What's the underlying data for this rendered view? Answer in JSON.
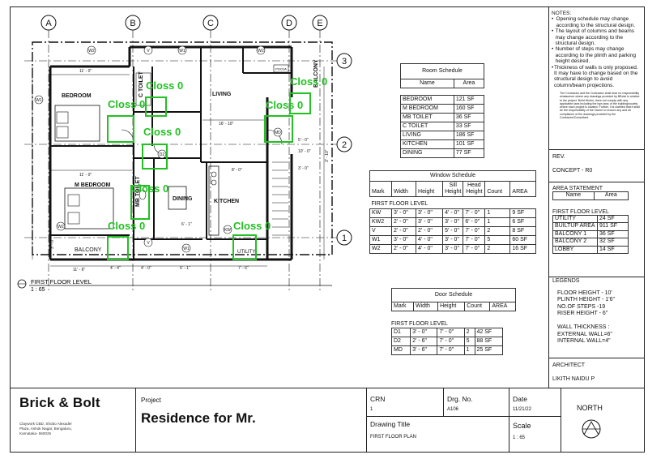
{
  "plan": {
    "grid_cols": [
      "A",
      "B",
      "C",
      "D",
      "E"
    ],
    "grid_rows": [
      "3",
      "2",
      "1"
    ],
    "rooms": [
      "BEDROOM",
      "LIVING",
      "M BEDROOM",
      "DINING",
      "KITCHEN",
      "BALCONY",
      "C TOILET",
      "MB TOILET",
      "UTILITY",
      "BALCONY"
    ],
    "dims": [
      "11' - 0\"",
      "16' - 10\"",
      "11' - 0\"",
      "8' - 0\"",
      "6' - 1\"",
      "4' - 0\"",
      "3' - 0\"",
      "11' - 6\"",
      "4' - 4\"",
      "6' - 1\"",
      "7' - 6\"",
      "10' - 0\"",
      "3' - 0\"",
      "3' - 0\"",
      "5' - 0\"",
      "11' - 8\"",
      "4' - 0\"",
      "3' - 10\""
    ],
    "window_tags": [
      "V",
      "W2",
      "W1",
      "W2",
      "KW",
      "W1",
      "W2",
      "W2",
      "V",
      "KW2",
      "V",
      "W1",
      "D3",
      "D1",
      "D2",
      "D2",
      "MD",
      "W1",
      "W2",
      "W1"
    ],
    "closs_labels": [
      "Closs 0",
      "Closs 0",
      "Closs 0",
      "Closs 0",
      "Closs 0",
      "Closs 0",
      "Closs 0",
      "Closs 0"
    ],
    "puja_label": "POOJA",
    "view_title": "FIRST FLOOR LEVEL",
    "view_scale": "1 : 65"
  },
  "room_schedule": {
    "title": "Room Schedule",
    "headers": [
      "Name",
      "Area"
    ],
    "rows": [
      [
        "BEDROOM",
        "121 SF"
      ],
      [
        "M BEDROOM",
        "160 SF"
      ],
      [
        "MB TOILET",
        "36 SF"
      ],
      [
        "C TOILET",
        "33 SF"
      ],
      [
        "LIVING",
        "186 SF"
      ],
      [
        "KITCHEN",
        "101 SF"
      ],
      [
        "DINING",
        "77 SF"
      ]
    ]
  },
  "window_schedule": {
    "title": "Window Schedule",
    "headers": [
      "Mark",
      "Width",
      "Height",
      "Sill Height",
      "Head Height",
      "Count",
      "AREA"
    ],
    "group": "FIRST FLOOR LEVEL",
    "rows": [
      [
        "KW",
        "3' - 0\"",
        "3' - 0\"",
        "4' - 0\"",
        "7' - 0\"",
        "1",
        "9 SF"
      ],
      [
        "KW2",
        "2' - 0\"",
        "3' - 0\"",
        "3' - 0\"",
        "6' - 0\"",
        "1",
        "6 SF"
      ],
      [
        "V",
        "2' - 0\"",
        "2' - 0\"",
        "5' - 0\"",
        "7' - 0\"",
        "2",
        "8 SF"
      ],
      [
        "W1",
        "3' - 0\"",
        "4' - 0\"",
        "3' - 0\"",
        "7' - 0\"",
        "5",
        "60 SF"
      ],
      [
        "W2",
        "2' - 0\"",
        "4' - 0\"",
        "3' - 0\"",
        "7' - 0\"",
        "2",
        "16 SF"
      ]
    ]
  },
  "door_schedule": {
    "title": "Door Schedule",
    "headers": [
      "Mark",
      "Width",
      "Height",
      "Count",
      "AREA"
    ],
    "group": "FIRST FLOOR LEVEL",
    "rows": [
      [
        "D1",
        "3' - 0\"",
        "7' - 0\"",
        "2",
        "42 SF"
      ],
      [
        "D2",
        "2' - 6\"",
        "7' - 0\"",
        "5",
        "88 SF"
      ],
      [
        "MD",
        "3' - 6\"",
        "7' - 0\"",
        "1",
        "25 SF"
      ]
    ]
  },
  "notes": {
    "title": "NOTES:",
    "items": [
      "Opening schedule may change according to the structural design.",
      "The layout of columns and beams may change according to the structural design.",
      "Number of steps may change according to the plinth and parking height desired.",
      "Thickness of walls is only proposed. It may have to change based on the structural design to avoid column/beam projections."
    ],
    "disclaimer": "The Contractor and the Contractor shall bear no responsibility whatsoever where any drawings provided by BBrick is relative to the project. Build Works, does not comply with any applicable laws including the bye-laws of the building/society where each project is located. Further, it is clarified that it shall be the responsibility of the Owner to ensure any and all compliance of the drawings provided by the Contractor/Consultant."
  },
  "rev": {
    "label": "REV.",
    "value": "CONCEPT - R0"
  },
  "area_statement": {
    "title": "AREA STATEMENT",
    "headers": [
      "Name",
      "Area"
    ],
    "level": "FIRST FLOOR LEVEL",
    "rows": [
      [
        "UTILITY",
        "24 SF"
      ],
      [
        "BUILTUP AREA",
        "911 SF"
      ],
      [
        "BALCONY 1",
        "36 SF"
      ],
      [
        "BALCONY 2",
        "32 SF"
      ],
      [
        "LOBBY",
        "14 SF"
      ]
    ]
  },
  "legends": {
    "title": "LEGENDS",
    "lines": [
      "FLOOR HEIGHT - 10'",
      "PLINTH HEIGHT - 1'6\"",
      "NO.OF STEPS -19",
      "RISER HEIGHT - 6\""
    ],
    "wall_lines": [
      "WALL THICKNESS :",
      "EXTERNAL WALL=6\"",
      "INTERNAL WALL=4\""
    ]
  },
  "architect": {
    "label": "ARCHITECT",
    "name": "LIKITH NAIDU P"
  },
  "titleblock": {
    "brand": "Brick & Bolt",
    "address": [
      "Claywork CBD, Shobo Alexader",
      "Plaza, Ashok Nagar, Bengaluru,",
      "Karnataka- 560025"
    ],
    "project_label": "Project",
    "project_name": "Residence for Mr.",
    "crn_label": "CRN",
    "crn_value": "1",
    "drg_label": "Drg. No.",
    "drg_value": "A106",
    "date_label": "Date",
    "date_value": "11/21/22",
    "drawing_title_label": "Drawing Title",
    "drawing_title_value": "FIRST FLOOR PLAN",
    "scale_label": "Scale",
    "scale_value": "1 : 65",
    "north": "NORTH"
  },
  "colors": {
    "line": "#111111",
    "highlight": "#22c022"
  }
}
